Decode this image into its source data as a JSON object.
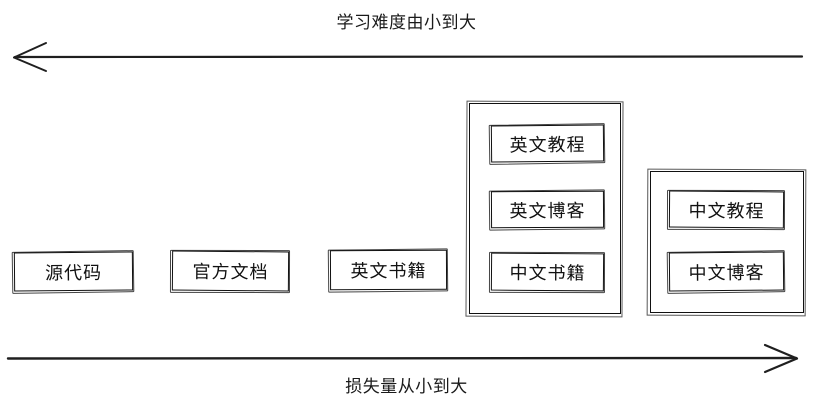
{
  "diagram": {
    "title_top": "学习难度由小到大",
    "title_bottom": "损失量从小到大",
    "axes": [
      {
        "name": "top-axis",
        "label": "学习难度由小到大",
        "direction": "left",
        "arrow_at": "left"
      },
      {
        "name": "bottom-axis",
        "label": "损失量从小到大",
        "direction": "right",
        "arrow_at": "right"
      }
    ],
    "stroke_color": "#111111",
    "background_color": "#ffffff",
    "nodes": [
      {
        "id": "source-code",
        "label": "源代码"
      },
      {
        "id": "official-docs",
        "label": "官方文档"
      },
      {
        "id": "english-books",
        "label": "英文书籍"
      }
    ],
    "groups": [
      {
        "id": "english-group",
        "items": [
          {
            "id": "english-tutorial",
            "label": "英文教程"
          },
          {
            "id": "english-blog",
            "label": "英文博客"
          },
          {
            "id": "chinese-books",
            "label": "中文书籍"
          }
        ]
      },
      {
        "id": "chinese-group",
        "items": [
          {
            "id": "chinese-tutorial",
            "label": "中文教程"
          },
          {
            "id": "chinese-blog",
            "label": "中文博客"
          }
        ]
      }
    ]
  }
}
